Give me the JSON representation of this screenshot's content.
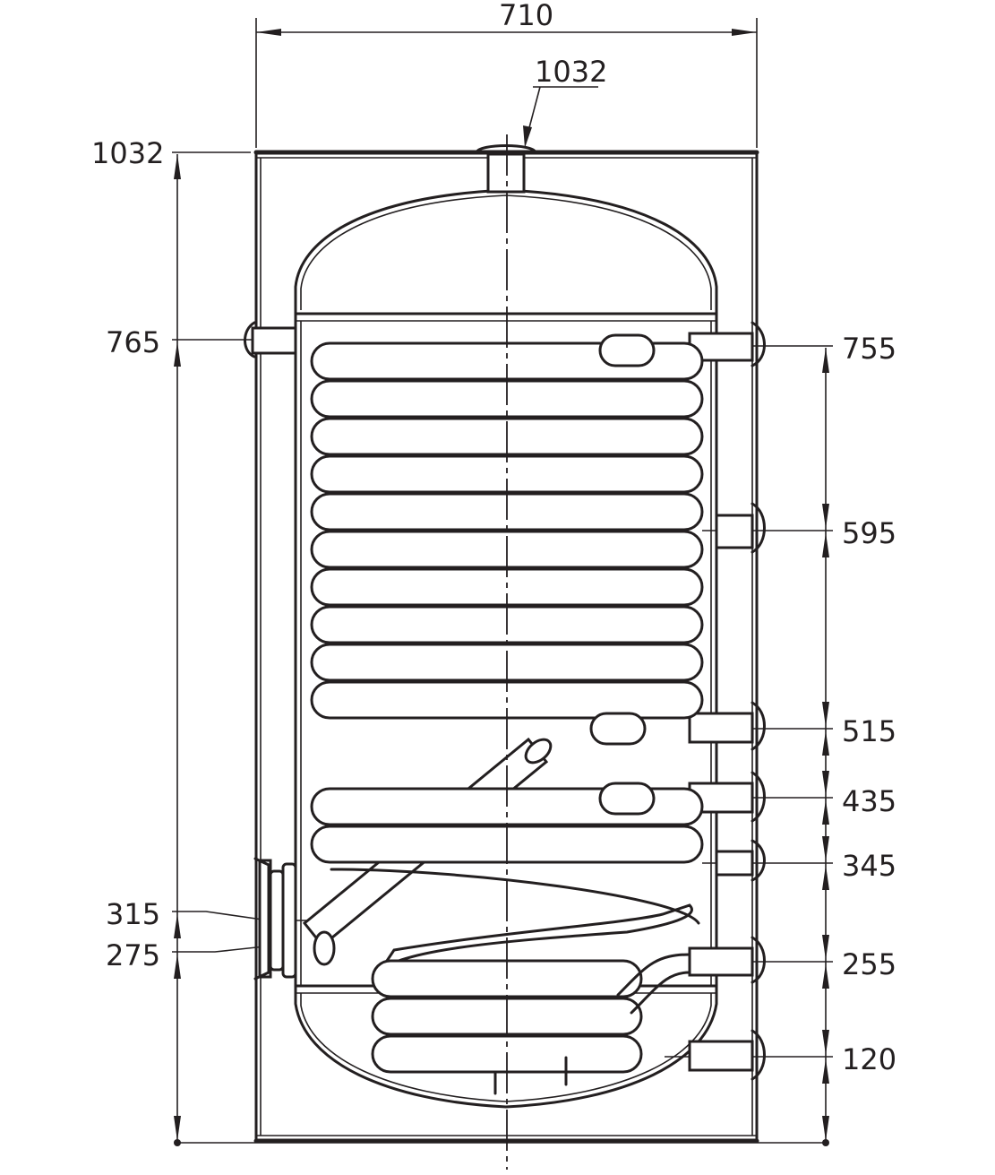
{
  "dimensions": {
    "overall_width": "710",
    "top_outlet_label": "1032",
    "overall_height": "1032",
    "left_connections": [
      "765",
      "315",
      "275"
    ],
    "right_connections": [
      "755",
      "595",
      "515",
      "435",
      "345",
      "255",
      "120"
    ]
  },
  "colors": {
    "line": "#231f20",
    "background": "#ffffff"
  }
}
